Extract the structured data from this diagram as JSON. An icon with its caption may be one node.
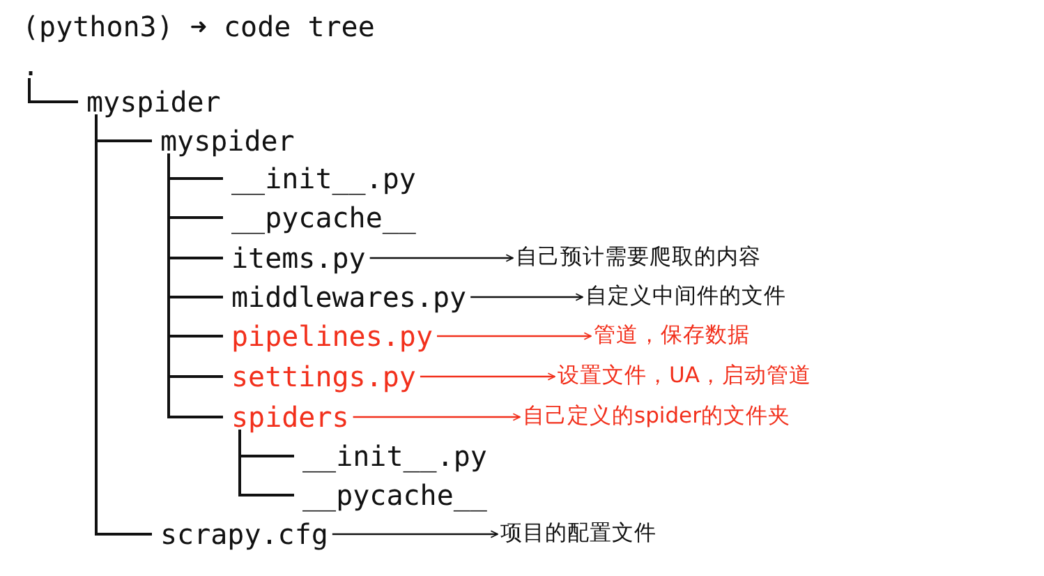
{
  "diagram": {
    "nodes": [
      {
        "text": [
          "."
        ]
      },
      {
        "text": [
          "myspider"
        ]
      },
      {
        "text": [
          "myspider"
        ]
      },
      {
        "text": [
          "__init__.py"
        ]
      },
      {
        "text": [
          "__pycache__"
        ]
      },
      {
        "text": [
          "items.py"
        ]
      },
      {
        "text": [
          "middlewares.py"
        ]
      },
      {
        "text": [
          "pipelines.py"
        ]
      },
      {
        "text": [
          "settings.py"
        ]
      },
      {
        "text": [
          "spiders"
        ]
      },
      {
        "text": [
          "__init__.py"
        ]
      },
      {
        "text": [
          "__pycache__"
        ]
      },
      {
        "text": [
          "scrapy.cfg"
        ]
      },
      {
        "text": [
          "自己预计需要爬取的内容"
        ]
      },
      {
        "text": [
          "自定义中间件的文件"
        ]
      },
      {
        "text": [
          "管道，保存数据"
        ]
      },
      {
        "text": [
          "设置文件，UA，启动管道"
        ]
      },
      {
        "text": [
          "自己定义的spider的文件夹"
        ]
      },
      {
        "text": [
          "项目的配置文件"
        ]
      }
    ],
    "edges": [
      {
        "from": 0,
        "to": 1,
        "arrow": "none"
      },
      {
        "from": 1,
        "to": 2,
        "arrow": "none"
      },
      {
        "from": 2,
        "to": 3,
        "arrow": "none"
      },
      {
        "from": 2,
        "to": 4,
        "arrow": "none"
      },
      {
        "from": 2,
        "to": 5,
        "arrow": "none"
      },
      {
        "from": 2,
        "to": 6,
        "arrow": "none"
      },
      {
        "from": 2,
        "to": 7,
        "arrow": "none"
      },
      {
        "from": 2,
        "to": 8,
        "arrow": "none"
      },
      {
        "from": 2,
        "to": 9,
        "arrow": "none"
      },
      {
        "from": 9,
        "to": 10,
        "arrow": "none"
      },
      {
        "from": 9,
        "to": 11,
        "arrow": "none"
      },
      {
        "from": 1,
        "to": 12,
        "arrow": "none"
      },
      {
        "from": 5,
        "to": 13,
        "arrow": "to"
      },
      {
        "from": 6,
        "to": 14,
        "arrow": "to"
      },
      {
        "from": 7,
        "to": 15,
        "arrow": "to",
        "color": "#f2301c"
      },
      {
        "from": 8,
        "to": 16,
        "arrow": "to",
        "color": "#f2301c"
      },
      {
        "from": 9,
        "to": 17,
        "arrow": "to",
        "color": "#f2301c"
      },
      {
        "from": 12,
        "to": 18,
        "arrow": "to"
      }
    ],
    "labels": [
      "(python3) ➜ code tree"
    ]
  }
}
